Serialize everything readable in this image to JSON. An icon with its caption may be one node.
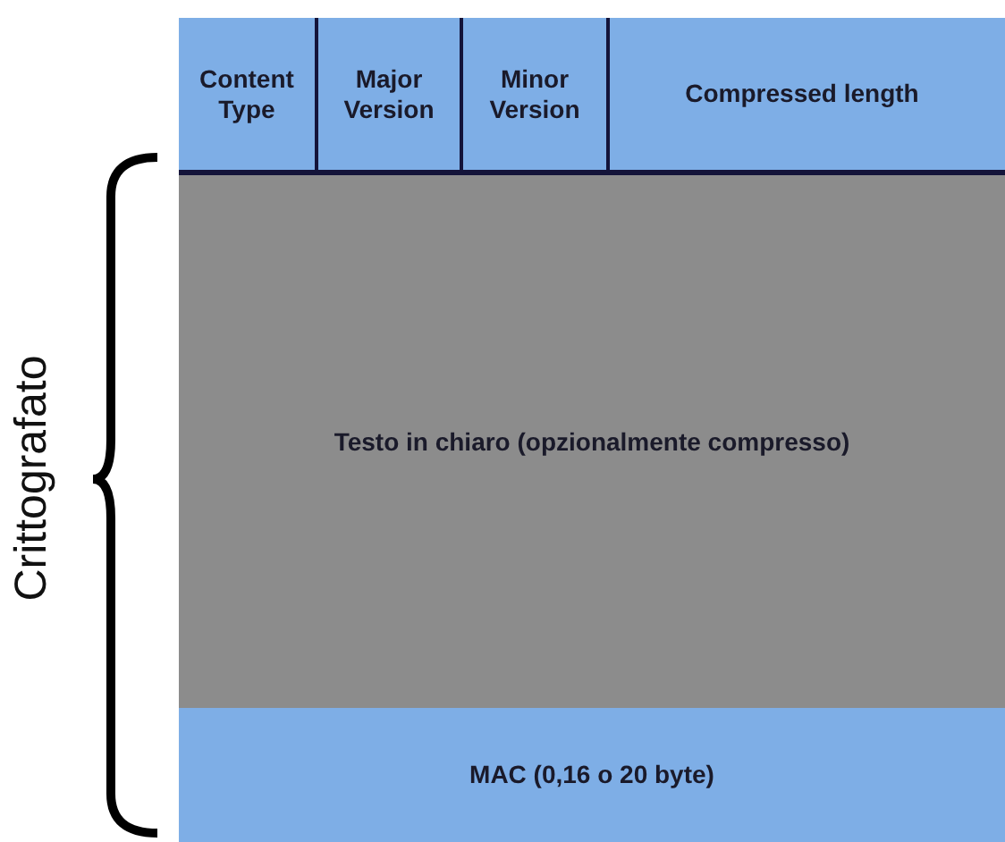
{
  "diagram": {
    "nodes": [
      {
        "text": [
          "Content Type"
        ]
      },
      {
        "text": [
          "Major Version"
        ]
      },
      {
        "text": [
          "Minor Version"
        ]
      },
      {
        "text": [
          "Compressed length"
        ]
      },
      {
        "text": [
          "Testo in chiaro (opzionalmente compresso)"
        ]
      },
      {
        "text": [
          "MAC (0,16 o 20 byte)"
        ]
      }
    ],
    "labels": [
      "Crittografato"
    ]
  }
}
